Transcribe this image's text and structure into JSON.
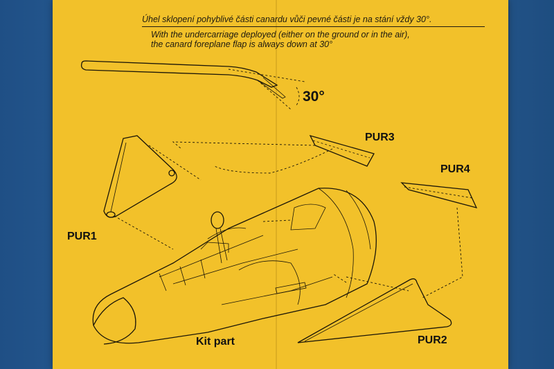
{
  "instructions": {
    "caption_cz": "Úhel sklopení pohyblivé části canardu vůči pevné části je na stání vždy 30°.",
    "caption_en_line1": "With the undercarriage deployed (either on the ground or in the air),",
    "caption_en_line2": "the canard foreplane flap is always down at 30°"
  },
  "diagram": {
    "angle_label": "30°",
    "parts": {
      "pur1": "PUR1",
      "pur2": "PUR2",
      "pur3": "PUR3",
      "pur4": "PUR4",
      "kit_part": "Kit part"
    }
  },
  "colors": {
    "paper": "#f2c12a",
    "backdrop": "#2a5f96",
    "ink": "#1b1608"
  }
}
